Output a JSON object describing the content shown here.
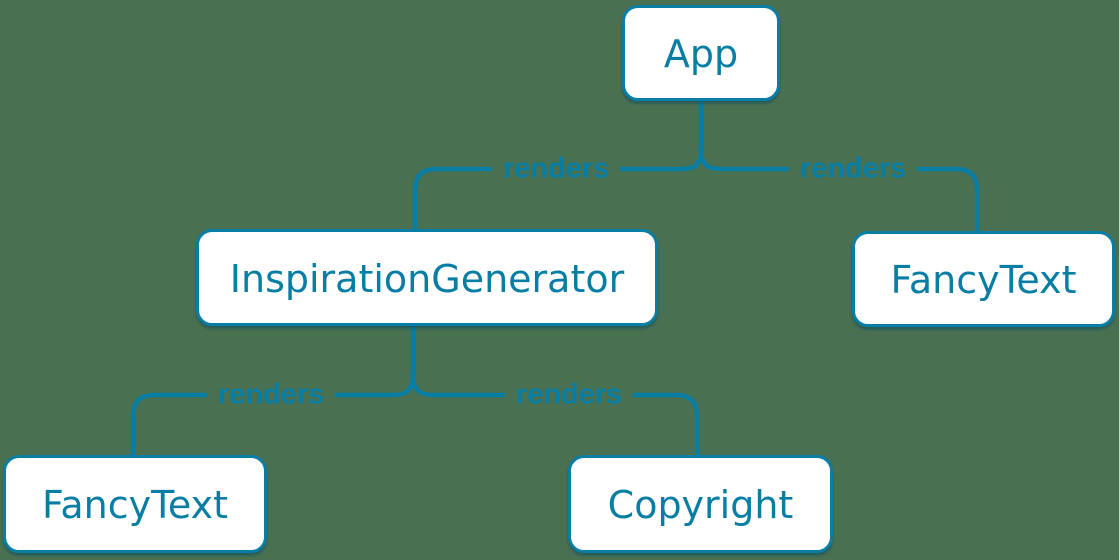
{
  "colors": {
    "background": "#4A7052",
    "accent": "#087EA4",
    "node_fill": "#FFFFFF"
  },
  "diagram_type": "render-tree",
  "nodes": {
    "app": {
      "label": "App"
    },
    "inspiration_generator": {
      "label": "InspirationGenerator"
    },
    "fancy_text_top": {
      "label": "FancyText"
    },
    "fancy_text_bottom": {
      "label": "FancyText"
    },
    "copyright": {
      "label": "Copyright"
    }
  },
  "edges": [
    {
      "from": "App",
      "to": "InspirationGenerator",
      "label": "renders"
    },
    {
      "from": "App",
      "to": "FancyText",
      "label": "renders"
    },
    {
      "from": "InspirationGenerator",
      "to": "FancyText",
      "label": "renders"
    },
    {
      "from": "InspirationGenerator",
      "to": "Copyright",
      "label": "renders"
    }
  ]
}
